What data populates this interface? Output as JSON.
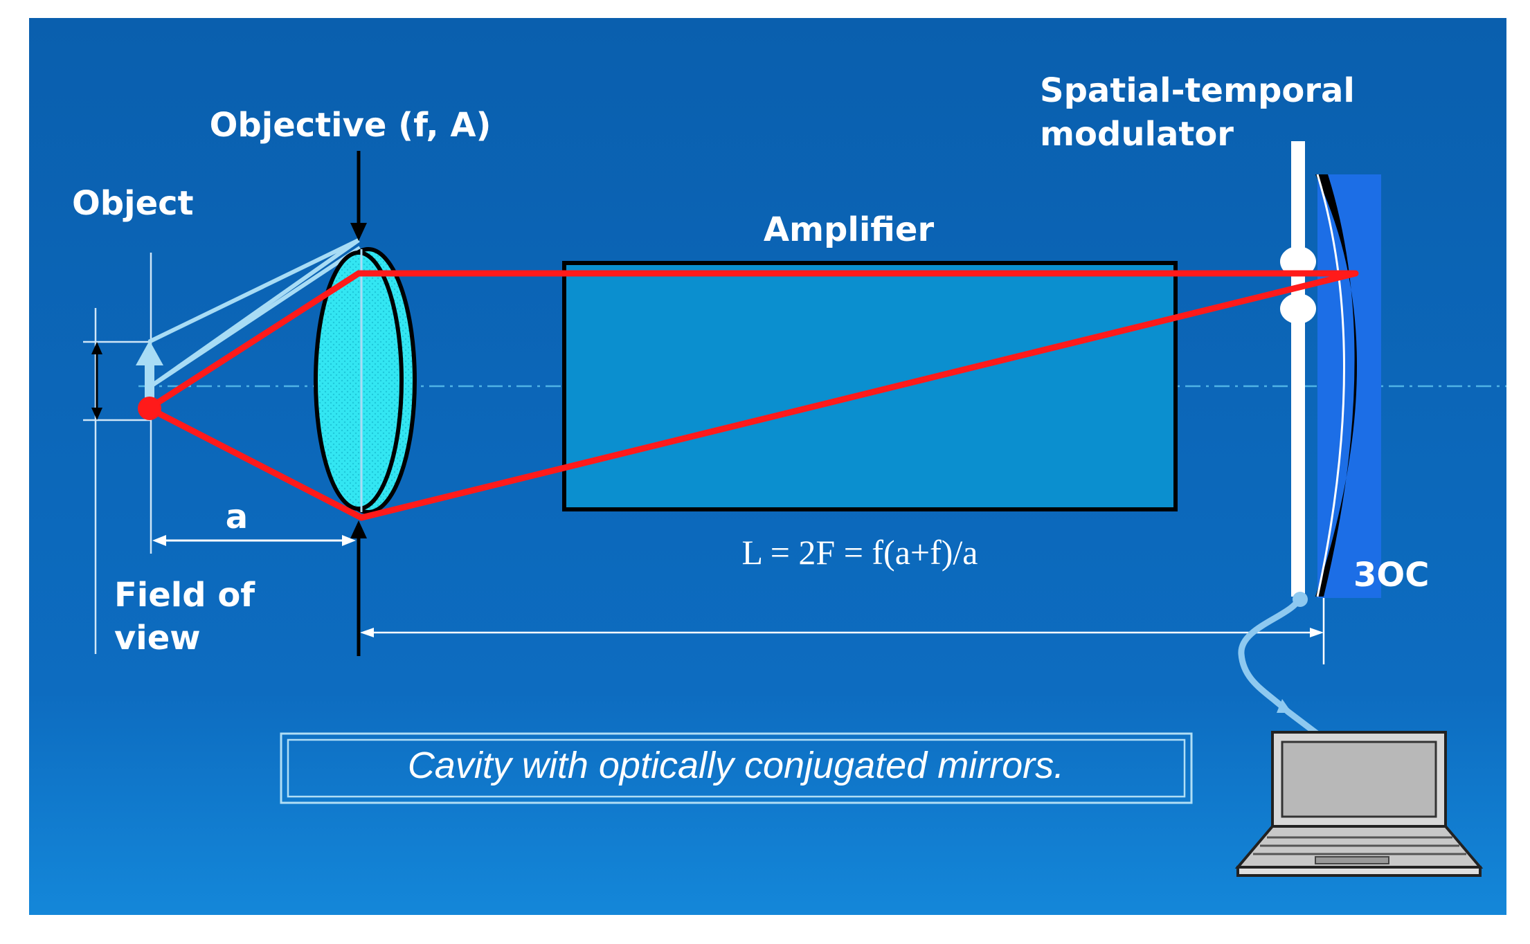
{
  "labels": {
    "objective": "Objective (f, A)",
    "object": "Object",
    "amplifier": "Amplifier",
    "modulator_line1": "Spatial-temporal",
    "modulator_line2": "modulator",
    "distance_a": "a",
    "field_line1": "Field of",
    "field_line2": "view",
    "formula": "L = 2F = f(a+f)/a",
    "mirror": "3OC",
    "caption": "Cavity with optically conjugated mirrors."
  },
  "colors": {
    "background_top": "#0a5fae",
    "background_bottom": "#1487d9",
    "beam": "#ff1a1a",
    "lens": "#33e6f2",
    "amplifier_fill": "#0b8fcf",
    "secondary_rays": "#a8dcf5",
    "mirror_backing": "#1c6ee6"
  },
  "icons": {
    "computer": "laptop-icon",
    "object_arrow": "arrow-up-icon"
  }
}
